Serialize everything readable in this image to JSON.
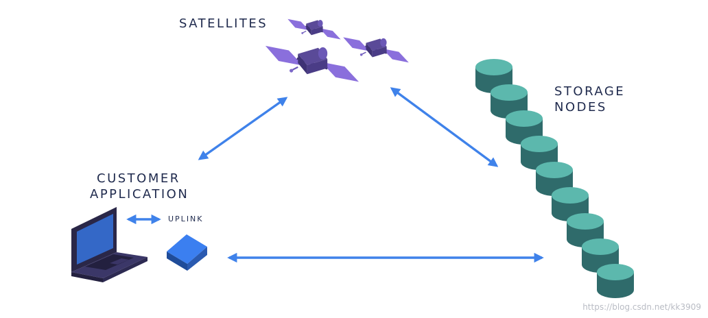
{
  "labels": {
    "satellites": "SATELLITES",
    "storage_line1": "STORAGE",
    "storage_line2": "NODES",
    "customer_line1": "CUSTOMER",
    "customer_line2": "APPLICATION",
    "uplink": "UPLINK"
  },
  "watermark": "https://blog.csdn.net/kk3909",
  "colors": {
    "arrow": "#3f82ea",
    "text": "#1f2a4d",
    "satellite_panel": "#8a6fdc",
    "satellite_body": "#4e3f86",
    "storage_top": "#5cb8ad",
    "storage_side": "#2f6b6b",
    "laptop_body": "#33305a",
    "laptop_screen": "#3468c7",
    "uplink_top": "#3b7ff0",
    "uplink_side": "#1f4c99"
  },
  "icons": {
    "satellite": "satellite-icon",
    "storage_node": "storage-node-icon",
    "laptop": "laptop-icon",
    "uplink": "uplink-box-icon",
    "arrow": "double-arrow-icon"
  },
  "storage_node_count": 9
}
